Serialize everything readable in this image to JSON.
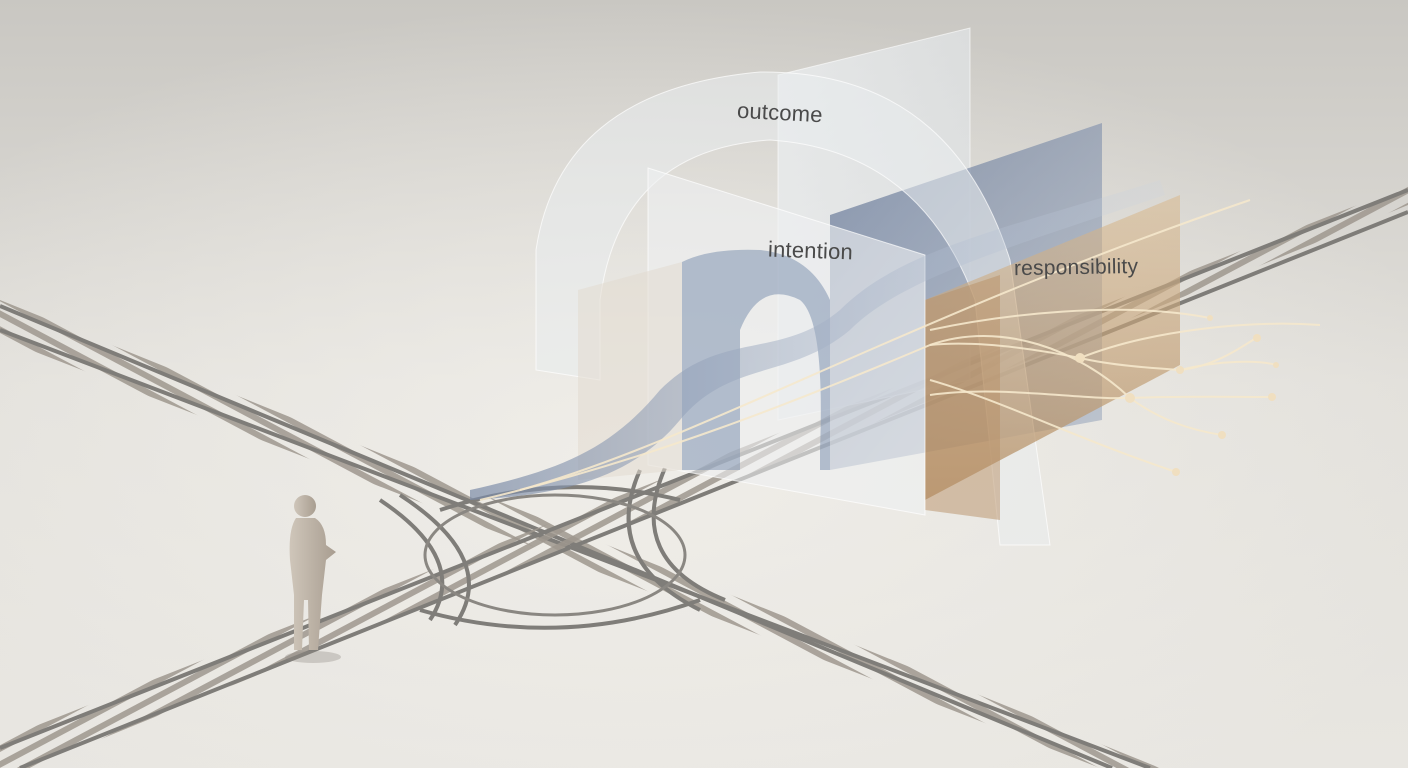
{
  "scene": {
    "description_labels": {
      "outcome": "outcome",
      "intention": "intention",
      "responsibility": "responsibility"
    },
    "colors": {
      "background_top": "#cfcdc8",
      "background_bottom": "#e6e4df",
      "rail": "#8c8a86",
      "sleeper": "#a49d94",
      "panel_blue": "#7e8ea8",
      "panel_tan": "#c4a27a",
      "panel_glass": "#e8ecef",
      "figure": "#bcb2a6",
      "thread": "#f3e4c4"
    }
  }
}
